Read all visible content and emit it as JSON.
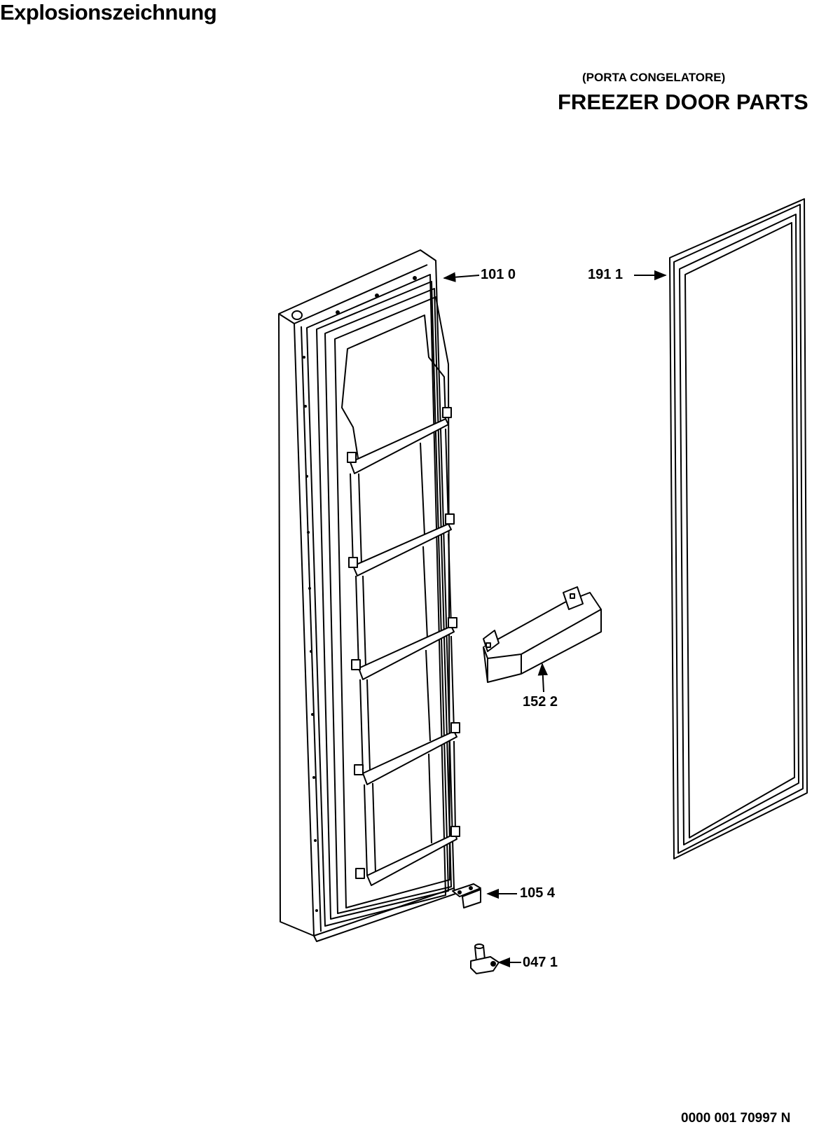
{
  "page": {
    "heading": "Explosionszeichnung",
    "subtitle": "(PORTA CONGELATORE)",
    "title": "FREEZER DOOR PARTS",
    "drawing_number": "0000 001 70997 N"
  },
  "callouts": [
    {
      "id": "door-inner-liner",
      "label": "101 0"
    },
    {
      "id": "door-gasket",
      "label": "191 1"
    },
    {
      "id": "door-handle",
      "label": "152 2"
    },
    {
      "id": "hinge-bracket",
      "label": "105 4"
    },
    {
      "id": "hinge-pin",
      "label": "047 1"
    }
  ]
}
